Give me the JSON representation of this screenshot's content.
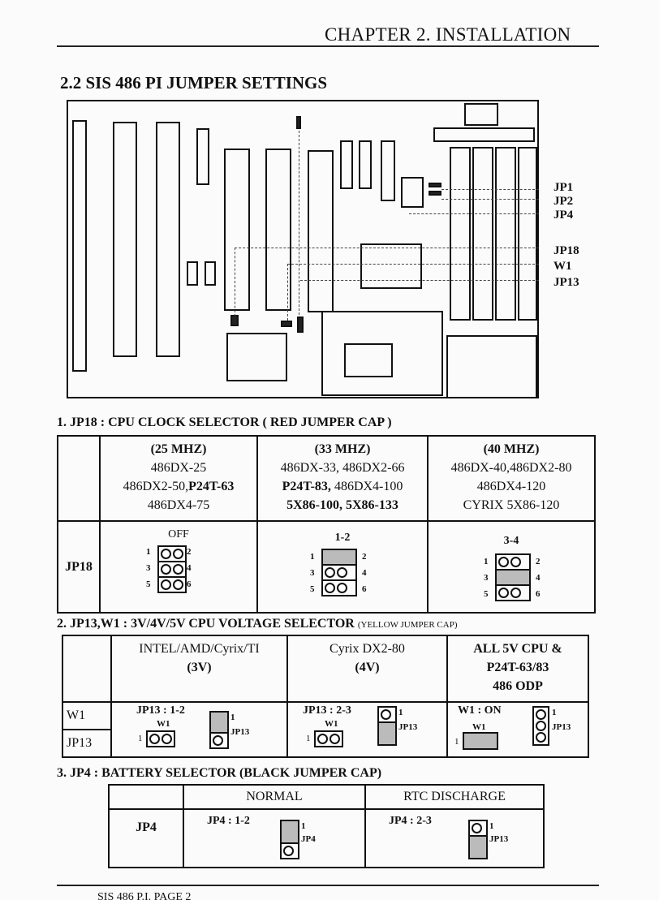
{
  "header": {
    "chapter": "CHAPTER 2. INSTALLATION"
  },
  "section_title": "2.2 SIS 486 PI JUMPER SETTINGS",
  "board_labels": [
    "JP1",
    "JP2",
    "JP4",
    "JP18",
    "W1",
    "JP13"
  ],
  "jp18": {
    "heading": "1. JP18 : CPU CLOCK SELECTOR ( RED JUMPER CAP )",
    "row_label": "JP18",
    "columns": [
      {
        "speed": "(25 MHZ)",
        "line1": "486DX-25",
        "line2a": "486DX2-50,",
        "line2b": "P24T-63",
        "line3": "486DX4-75",
        "setting": "OFF"
      },
      {
        "speed": "(33 MHZ)",
        "line1": "486DX-33, 486DX2-66",
        "line2a": "P24T-83,",
        "line2b": " 486DX4-100",
        "line3": "5X86-100,  5X86-133",
        "setting": "1-2"
      },
      {
        "speed": "(40 MHZ)",
        "line1": "486DX-40,486DX2-80",
        "line2a": "486DX4-120",
        "line2b": "",
        "line3": "CYRIX 5X86-120",
        "setting": "3-4"
      }
    ],
    "pin_numbers": [
      "1",
      "2",
      "3",
      "4",
      "5",
      "6"
    ]
  },
  "voltage": {
    "heading": "2. JP13,W1 : 3V/4V/5V CPU VOLTAGE SELECTOR",
    "note": "(YELLOW JUMPER CAP)",
    "row_w1": "W1",
    "row_jp13": "JP13",
    "columns": [
      {
        "title1": "INTEL/AMD/Cyrix/TI",
        "title2": "(3V)",
        "setting": "JP13 : 1-2"
      },
      {
        "title1": "Cyrix DX2-80",
        "title2": "(4V)",
        "setting": "JP13 : 2-3"
      },
      {
        "title1": "ALL 5V CPU &",
        "title2": "P24T-63/83",
        "title3": "486 ODP",
        "setting": "W1 : ON"
      }
    ],
    "w1": "W1",
    "jp13": "JP13",
    "one": "1"
  },
  "battery": {
    "heading": "3. JP4 : BATTERY SELECTOR (BLACK JUMPER CAP)",
    "row_label": "JP4",
    "columns": [
      {
        "title": "NORMAL",
        "setting": "JP4 : 1-2",
        "label": "JP4"
      },
      {
        "title": "RTC DISCHARGE",
        "setting": "JP4 : 2-3",
        "label": "JP13"
      }
    ],
    "one": "1"
  },
  "footer": {
    "text": "SIS 486 P.I.         PAGE 2"
  }
}
